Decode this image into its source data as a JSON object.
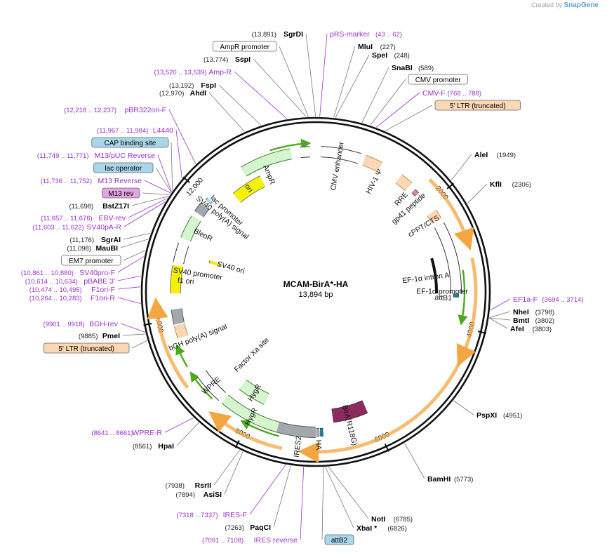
{
  "credit": {
    "created_by": "Created by",
    "brand": "SnapGene"
  },
  "plasmid": {
    "name": "MCAM-BirA*-HA",
    "size": "13,894 bp"
  },
  "colors": {
    "enzyme": "#000000",
    "primer": "#9a2fd0",
    "orange": "#f4a640",
    "green": "#4caa1c",
    "feature_green": "#d5f5cf",
    "birA": "#8b2c5e",
    "gray": "#a3a8ad"
  },
  "ticks": [
    {
      "label": "2000",
      "pos": 2000
    },
    {
      "label": "4000",
      "pos": 4000
    },
    {
      "label": "6000",
      "pos": 6000
    },
    {
      "label": "8000",
      "pos": 8000
    },
    {
      "label": "10,000",
      "pos": 10000
    },
    {
      "label": "12,000",
      "pos": 12000
    }
  ],
  "sites": [
    {
      "name": "SgrDI",
      "pos": "(13,891)",
      "kind": "enzyme"
    },
    {
      "name": "pRS-marker",
      "pos": "(43 .. 62)",
      "kind": "primer"
    },
    {
      "name": "MluI",
      "pos": "(227)",
      "kind": "enzyme"
    },
    {
      "name": "SpeI",
      "pos": "(248)",
      "kind": "enzyme"
    },
    {
      "name": "SnaBI",
      "pos": "(589)",
      "kind": "enzyme"
    },
    {
      "name": "CMV promoter",
      "pos": "",
      "kind": "box_white"
    },
    {
      "name": "CMV-F",
      "pos": "(768 .. 788)",
      "kind": "primer"
    },
    {
      "name": "5' LTR (truncated)",
      "pos": "",
      "kind": "box_peach"
    },
    {
      "name": "AleI",
      "pos": "(1949)",
      "kind": "enzyme"
    },
    {
      "name": "KflI",
      "pos": "(2306)",
      "kind": "enzyme"
    },
    {
      "name": "EF1a-F",
      "pos": "(3694 .. 3714)",
      "kind": "primer"
    },
    {
      "name": "NheI",
      "pos": "(3798)",
      "kind": "enzyme"
    },
    {
      "name": "BmtI",
      "pos": "(3802)",
      "kind": "enzyme"
    },
    {
      "name": "AfeI",
      "pos": "(3803)",
      "kind": "enzyme"
    },
    {
      "name": "PspXI",
      "pos": "(4951)",
      "kind": "enzyme"
    },
    {
      "name": "BamHI",
      "pos": "(5773)",
      "kind": "enzyme"
    },
    {
      "name": "NotI",
      "pos": "(6785)",
      "kind": "enzyme"
    },
    {
      "name": "XbaI *",
      "pos": "(6826)",
      "kind": "enzyme"
    },
    {
      "name": "attB2",
      "pos": "",
      "kind": "box_blue"
    },
    {
      "name": "IRES reverse",
      "pos": "(7091 .. 7108)",
      "kind": "primer"
    },
    {
      "name": "PaqCI",
      "pos": "(7263)",
      "kind": "enzyme"
    },
    {
      "name": "IRES-F",
      "pos": "(7318 .. 7337)",
      "kind": "primer"
    },
    {
      "name": "AsiSI",
      "pos": "(7894)",
      "kind": "enzyme"
    },
    {
      "name": "RsrII",
      "pos": "(7938)",
      "kind": "enzyme"
    },
    {
      "name": "HpaI",
      "pos": "(8561)",
      "kind": "enzyme"
    },
    {
      "name": "WPRE-R",
      "pos": "(8641 .. 8661)",
      "kind": "primer"
    },
    {
      "name": "5' LTR (truncated)",
      "pos": "",
      "kind": "box_peach"
    },
    {
      "name": "PmeI",
      "pos": "(9885)",
      "kind": "enzyme"
    },
    {
      "name": "BGH-rev",
      "pos": "(9901 .. 9918)",
      "kind": "primer"
    },
    {
      "name": "F1ori-R",
      "pos": "(10,264 .. 10,283)",
      "kind": "primer"
    },
    {
      "name": "F1ori-F",
      "pos": "(10,474 .. 10,495)",
      "kind": "primer"
    },
    {
      "name": "pBABE 3'",
      "pos": "(10,614 .. 10,634)",
      "kind": "primer"
    },
    {
      "name": "SV40pro-F",
      "pos": "(10,861 .. 10,880)",
      "kind": "primer"
    },
    {
      "name": "EM7 promoter",
      "pos": "",
      "kind": "box_white"
    },
    {
      "name": "MauBI",
      "pos": "(11,098)",
      "kind": "enzyme"
    },
    {
      "name": "SgrAI",
      "pos": "(11,176)",
      "kind": "enzyme"
    },
    {
      "name": "SV40pA-R",
      "pos": "(11,603 .. 11,622)",
      "kind": "primer"
    },
    {
      "name": "EBV-rev",
      "pos": "(11,657 .. 11,676)",
      "kind": "primer"
    },
    {
      "name": "BstZ17I",
      "pos": "(11,698)",
      "kind": "enzyme"
    },
    {
      "name": "M13 rev",
      "pos": "",
      "kind": "box_pink"
    },
    {
      "name": "M13 Reverse",
      "pos": "(11,736 .. 11,752)",
      "kind": "primer"
    },
    {
      "name": "lac operator",
      "pos": "",
      "kind": "box_blue"
    },
    {
      "name": "M13/pUC Reverse",
      "pos": "(11,749 .. 11,771)",
      "kind": "primer"
    },
    {
      "name": "CAP binding site",
      "pos": "",
      "kind": "box_blue"
    },
    {
      "name": "L4440",
      "pos": "(11,967 .. 11,984)",
      "kind": "primer"
    },
    {
      "name": "pBR322ori-F",
      "pos": "(12,218 .. 12,237)",
      "kind": "primer"
    },
    {
      "name": "AhdI",
      "pos": "(12,970)",
      "kind": "enzyme"
    },
    {
      "name": "FspI",
      "pos": "(13,192)",
      "kind": "enzyme"
    },
    {
      "name": "Amp-R",
      "pos": "(13,520 .. 13,539)",
      "kind": "primer"
    },
    {
      "name": "SspI",
      "pos": "(13,774)",
      "kind": "enzyme"
    },
    {
      "name": "AmpR promoter",
      "pos": "",
      "kind": "box_white"
    }
  ],
  "features": [
    {
      "name": "CMV enhancer"
    },
    {
      "name": "HIV-1 Ψ"
    },
    {
      "name": "RRE"
    },
    {
      "name": "gp41 peptide"
    },
    {
      "name": "cPPT/CTS"
    },
    {
      "name": "EF-1α intron A"
    },
    {
      "name": "EF-1α promoter"
    },
    {
      "name": "attB1"
    },
    {
      "name": "BirA(R118G)"
    },
    {
      "name": "HA"
    },
    {
      "name": "IRES2"
    },
    {
      "name": "HygR"
    },
    {
      "name": "HygR"
    },
    {
      "name": "WPRE"
    },
    {
      "name": "Factor Xa site"
    },
    {
      "name": "bGH poly(A) signal"
    },
    {
      "name": "f1 ori"
    },
    {
      "name": "SV40 promoter"
    },
    {
      "name": "SV40 ori"
    },
    {
      "name": "BleoR"
    },
    {
      "name": "SV40 poly(A) signal"
    },
    {
      "name": "lac promoter"
    },
    {
      "name": "ori"
    },
    {
      "name": "AmpR"
    }
  ]
}
